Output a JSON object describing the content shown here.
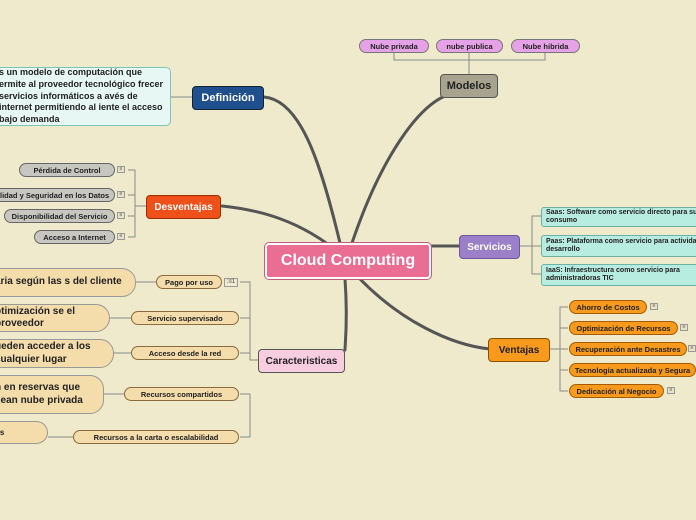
{
  "central": "Cloud Computing",
  "definicion": {
    "label": "Definición",
    "text": "s un modelo de computación que ermite al proveedor tecnológico frecer servicios informáticos a avés de internet permitiendo al iente el acceso bajo demanda"
  },
  "modelos": {
    "label": "Modelos",
    "items": [
      "Nube privada",
      "nube publica",
      "Nube hibrida"
    ]
  },
  "desventajas": {
    "label": "Desventajas",
    "items": [
      "Pérdida de Control",
      "alidad y Seguridad en los Datos",
      "Disponibilidad del Servicio",
      "Acceso a Internet"
    ]
  },
  "servicios": {
    "label": "Servicios",
    "items": [
      "Saas: Software como servicio directo para su consumo",
      "Paas: Plataforma como servicio para actividad desarrollo",
      "IaaS: Infraestructura como servicio para administradoras TIC"
    ]
  },
  "ventajas": {
    "label": "Ventajas",
    "items": [
      "Ahorro de Costos",
      "Optimización de Recursos",
      "Recuperación ante Desastres",
      "Tecnología actualizada y Segura",
      "Dedicación al Negocio"
    ]
  },
  "caracteristicas": {
    "label": "Caracteristicas",
    "items": [
      "Pago por uso",
      "Servicio supervisado",
      "Acceso desde la red",
      "Recursos compartidos",
      "Recursos a la carta o escalabilidad"
    ],
    "details": [
      "aria según las s del cliente",
      "ptimización se  el proveedor",
      "ueden acceder a los cualquier lugar",
      "n en reservas  que sean  nube privada",
      "os"
    ]
  },
  "icons": {
    "notes": "notes-icon",
    "list": "list-icon"
  },
  "colors": {
    "background": "#efeacb",
    "central": "#ea6d94",
    "definicion": "#1f4f8c",
    "modelos": "#a7a38f",
    "desventajas": "#f0501a",
    "servicios": "#9b7fc9",
    "ventajas": "#f99a1d",
    "caracteristicas": "#f9cde0"
  }
}
